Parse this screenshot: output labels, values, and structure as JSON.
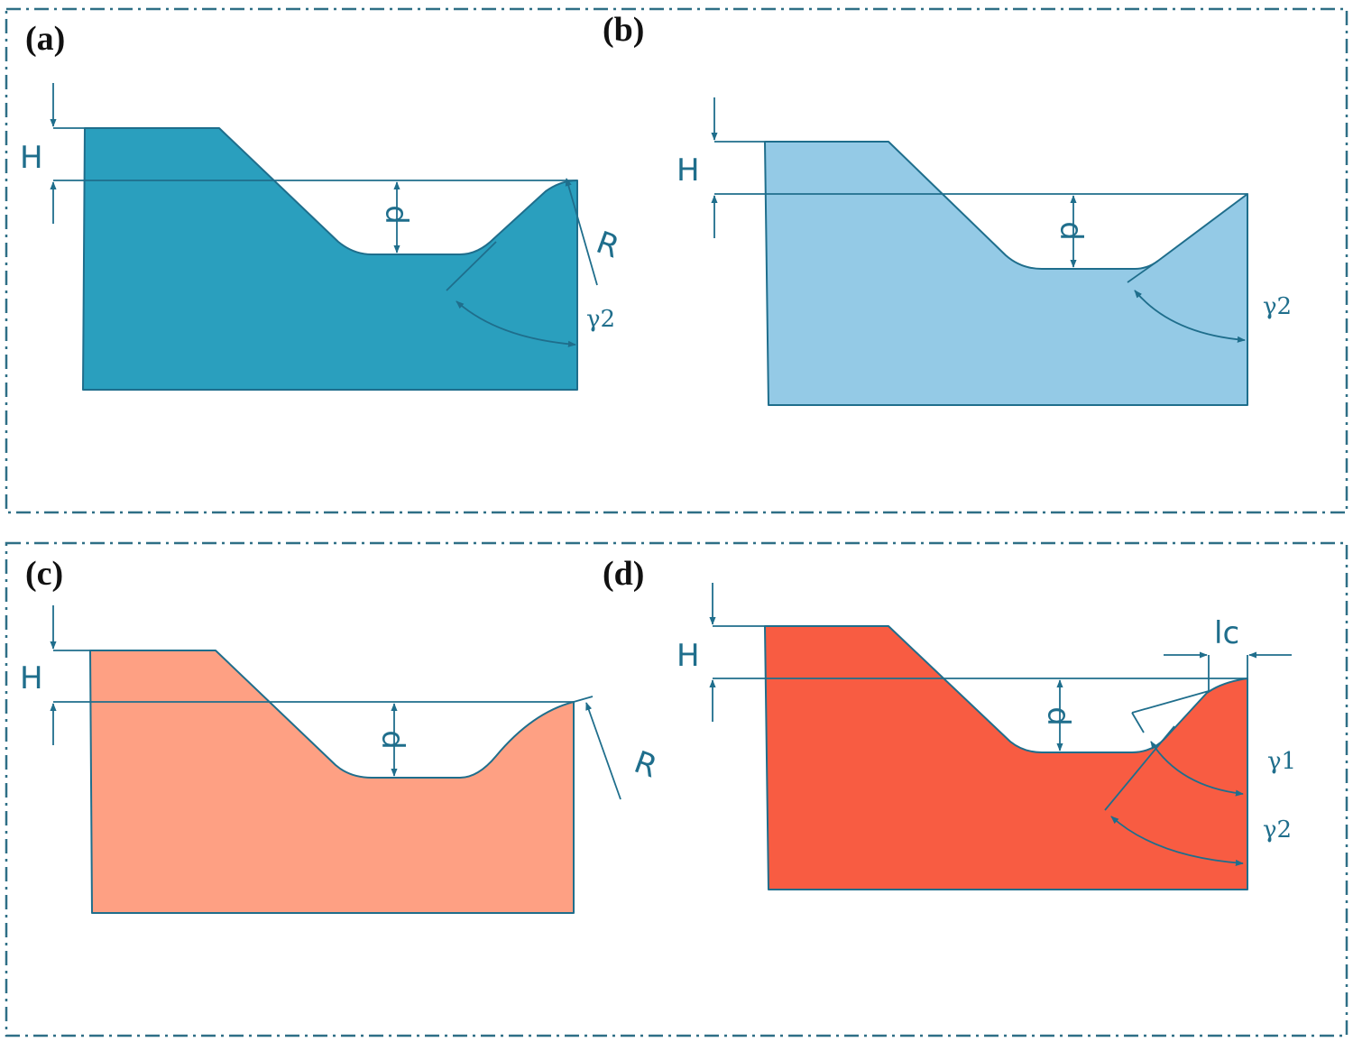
{
  "panels": {
    "a": {
      "label": "(a)",
      "fill_color": "#2a9fbe",
      "symbols": {
        "H": "H",
        "d": "d",
        "R": "R",
        "gamma2": "γ2"
      }
    },
    "b": {
      "label": "(b)",
      "fill_color": "#94cae6",
      "symbols": {
        "H": "H",
        "d": "d",
        "gamma2": "γ2"
      }
    },
    "c": {
      "label": "(c)",
      "fill_color": "#fea083",
      "symbols": {
        "H": "H",
        "d": "d",
        "R": "R"
      }
    },
    "d": {
      "label": "(d)",
      "fill_color": "#f85c42",
      "symbols": {
        "H": "H",
        "d": "d",
        "lc": "lc",
        "gamma1": "γ1",
        "gamma2": "γ2"
      }
    }
  },
  "colors": {
    "line": "#1f6e8c",
    "frame": "#2e6f86",
    "label": "#111111"
  }
}
